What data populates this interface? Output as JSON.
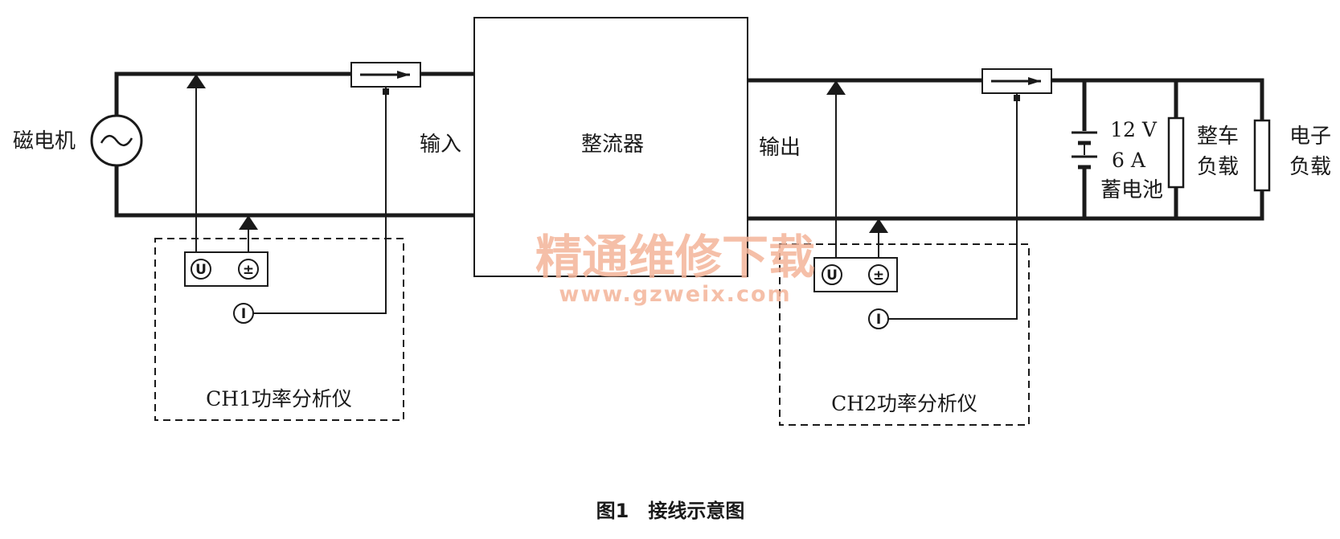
{
  "labels": {
    "generator": "磁电机",
    "input": "输入",
    "rectifier": "整流器",
    "output": "输出",
    "battery_line1": "12 V",
    "battery_line2": "6 A",
    "battery_line3": "蓄电池",
    "vehicle_load_line1": "整车",
    "vehicle_load_line2": "负载",
    "electronic_load_line1": "电子",
    "electronic_load_line2": "负载",
    "analyzer1": "CH1功率分析仪",
    "analyzer2": "CH2功率分析仪"
  },
  "terminals": {
    "voltage": "U",
    "common": "±",
    "current_ch1": "I",
    "current_ch2": "I"
  },
  "watermark": {
    "text": "精通维修下载",
    "url": "www.gzweix.com"
  },
  "caption": "图1　接线示意图",
  "colors": {
    "line": "#1a1a1a",
    "watermark": "#f4b49a"
  }
}
